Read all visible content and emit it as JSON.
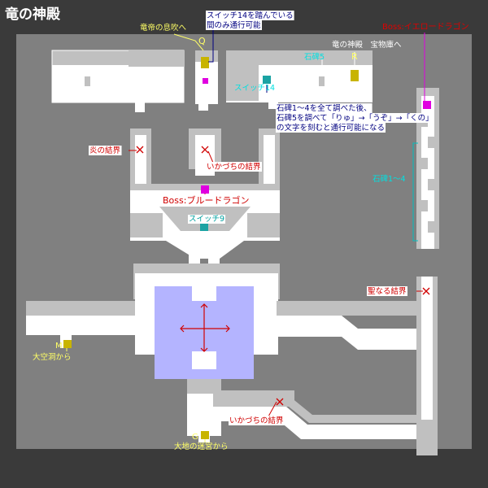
{
  "title": "竜の神殿",
  "labels": {
    "to_ryutei": "竜帝の息吹へ",
    "switch14_note_line1": "スイッチ14を踏んでいる",
    "switch14_note_line2": "間のみ通行可能",
    "boss_yellow": "Boss:イエロードラゴン",
    "to_treasury": "竜の神殿　宝物庫へ",
    "marker_q": "Q",
    "marker_r": "R",
    "stone5": "石碑5",
    "switch14": "スイッチ14",
    "stone_note_line1": "石碑1～4を全て調べた後、",
    "stone_note_line2": "石碑5を調べて「りゅ」→「うぞ」→「くの」",
    "stone_note_line3": "の文字を刻むと通行可能になる",
    "flame_barrier": "炎の結界",
    "thunder_barrier_top": "いかづちの結界",
    "boss_blue": "Boss:ブルードラゴン",
    "switch9": "スイッチ9",
    "stones_1_4": "石碑1～4",
    "holy_barrier": "聖なる結界",
    "marker_m": "M",
    "from_great_cave": "大空洞から",
    "thunder_barrier_bottom": "いかづちの結界",
    "marker_g": "G",
    "from_earth_maze": "大地の迷宮から"
  },
  "colors": {
    "background": "#3a3a3a",
    "map_area": "#808080",
    "wall": "#c0c0c0",
    "floor": "#ffffff",
    "central_room": "#b4b4ff",
    "warp_point": "#c8b400",
    "switch": "#1aa3a3",
    "boss_marker": "#e000e0",
    "barrier": "#d00000",
    "note_blue": "#000080",
    "yellow_text": "#ffff66"
  }
}
